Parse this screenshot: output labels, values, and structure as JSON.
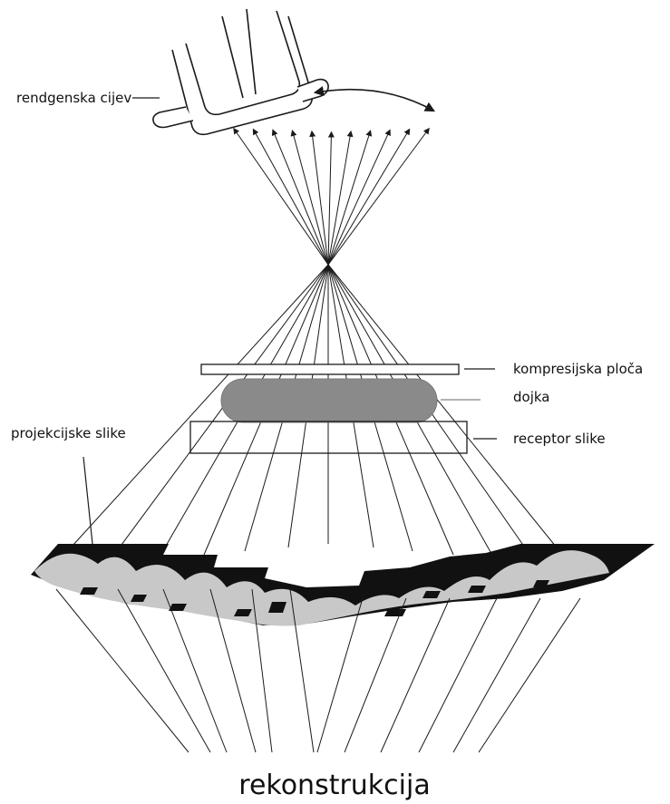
{
  "labels": {
    "tube": "rendgenska cijev",
    "compression_plate": "kompresijska ploča",
    "breast": "dojka",
    "image_receptor": "receptor slike",
    "projection_images": "projekcijske slike",
    "reconstruction": "rekonstrukcija"
  },
  "colors": {
    "ink": "#1a1a1a",
    "breast": "#8a8a8a",
    "projection_light": "#c8c8c8",
    "projection_dark": "#111111",
    "background": "#ffffff"
  }
}
